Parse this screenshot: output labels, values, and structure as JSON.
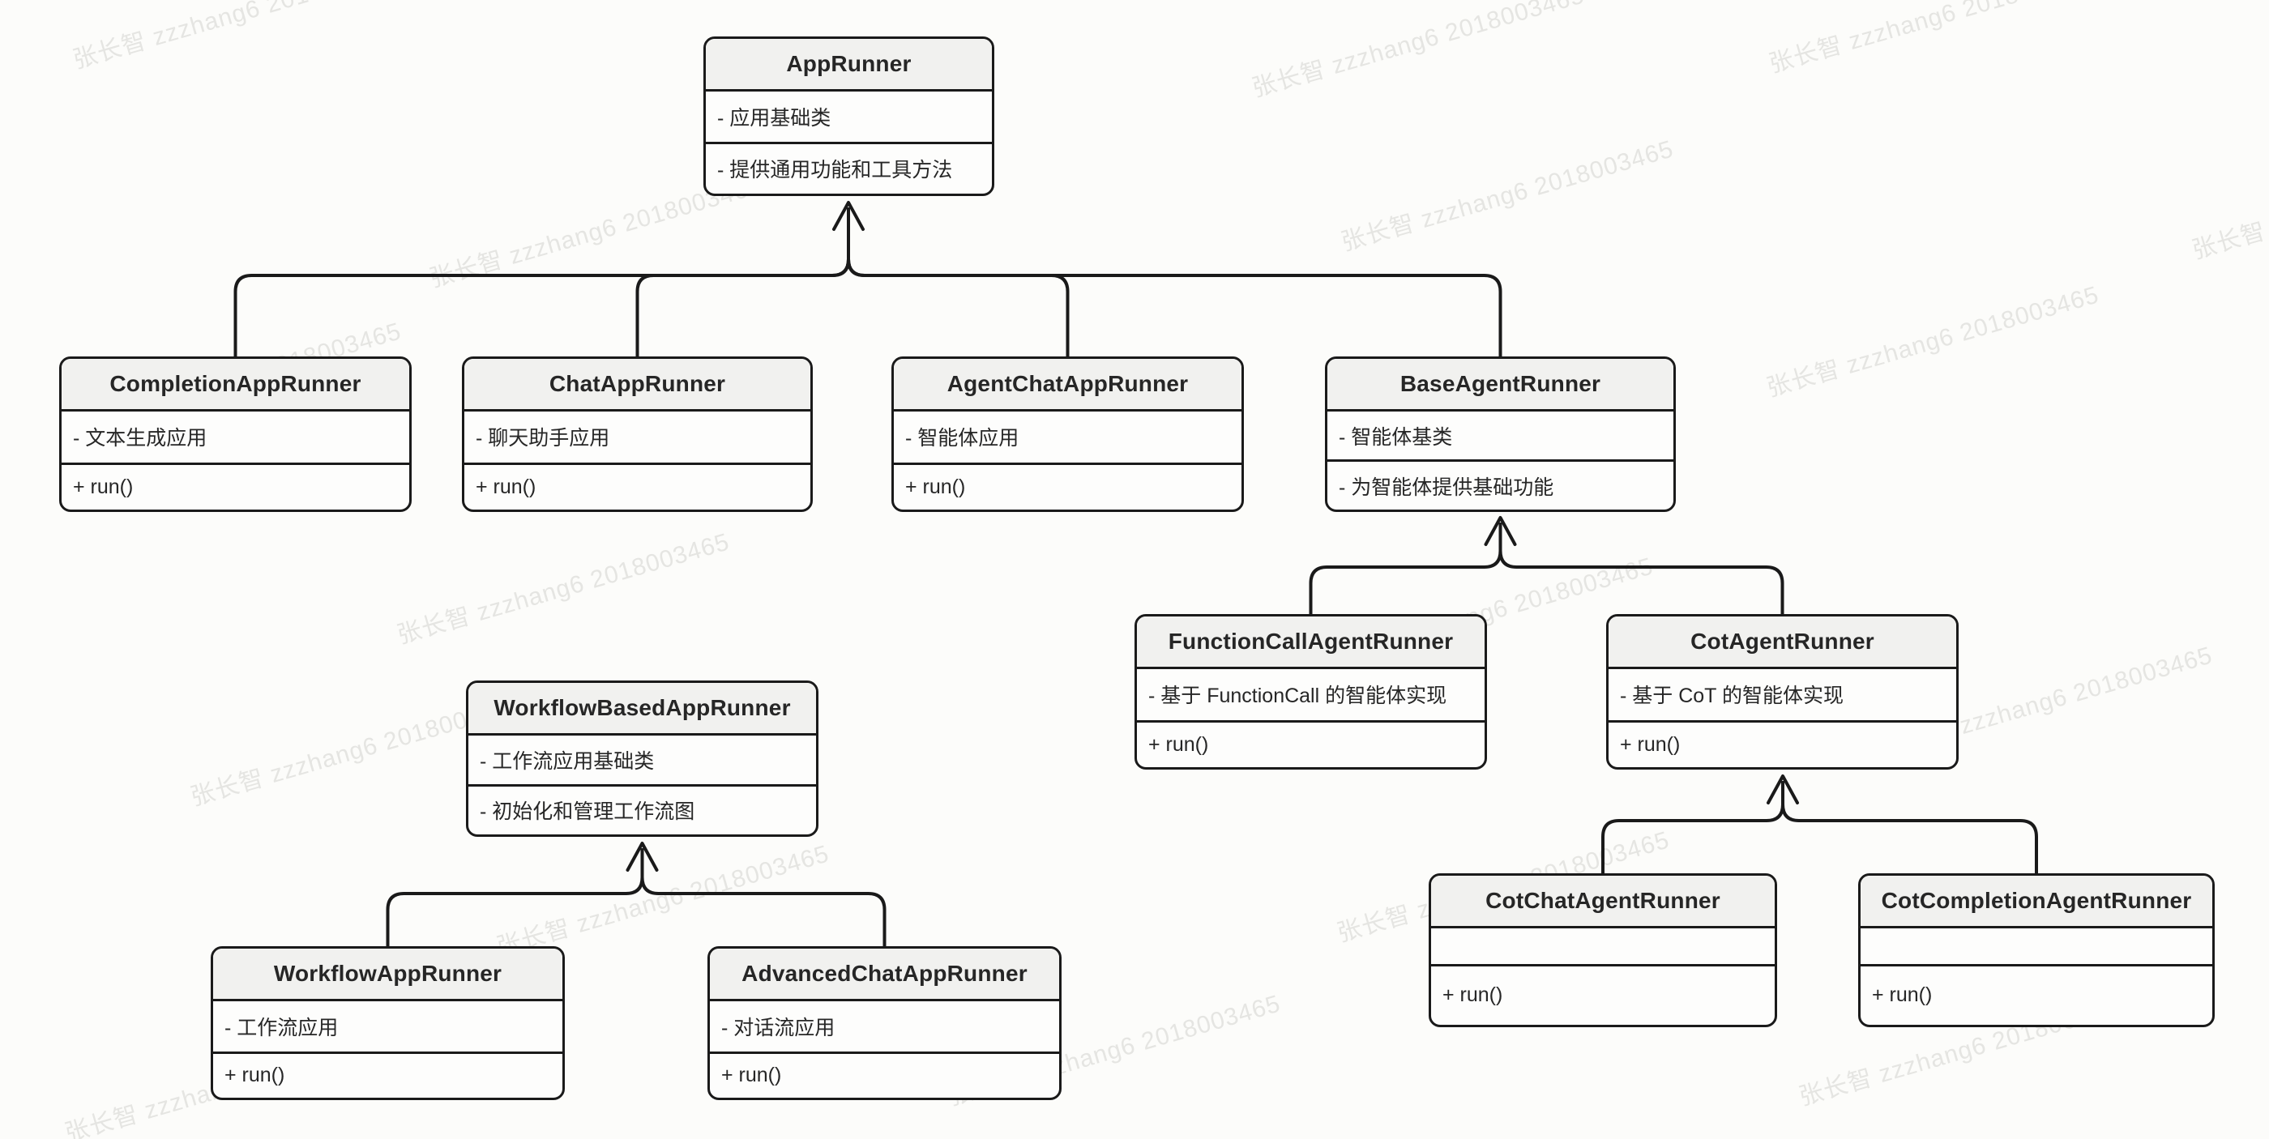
{
  "watermark": {
    "text": "张长智 zzzhang6 2018003465"
  },
  "classes": [
    {
      "name": "AppRunner",
      "rows": [
        "- 应用基础类",
        "- 提供通用功能和工具方法"
      ]
    },
    {
      "name": "CompletionAppRunner",
      "rows": [
        "- 文本生成应用",
        "+ run()"
      ]
    },
    {
      "name": "ChatAppRunner",
      "rows": [
        "- 聊天助手应用",
        "+ run()"
      ]
    },
    {
      "name": "AgentChatAppRunner",
      "rows": [
        "- 智能体应用",
        "+ run()"
      ]
    },
    {
      "name": "BaseAgentRunner",
      "rows": [
        "- 智能体基类",
        "- 为智能体提供基础功能"
      ]
    },
    {
      "name": "FunctionCallAgentRunner",
      "rows": [
        "- 基于 FunctionCall 的智能体实现",
        "+ run()"
      ]
    },
    {
      "name": "CotAgentRunner",
      "rows": [
        "- 基于 CoT 的智能体实现",
        "+ run()"
      ]
    },
    {
      "name": "WorkflowBasedAppRunner",
      "rows": [
        "- 工作流应用基础类",
        "- 初始化和管理工作流图"
      ]
    },
    {
      "name": "WorkflowAppRunner",
      "rows": [
        "- 工作流应用",
        "+ run()"
      ]
    },
    {
      "name": "AdvancedChatAppRunner",
      "rows": [
        "- 对话流应用",
        "+ run()"
      ]
    },
    {
      "name": "CotChatAgentRunner",
      "rows": [
        "",
        "+ run()"
      ]
    },
    {
      "name": "CotCompletionAgentRunner",
      "rows": [
        "",
        "+ run()"
      ]
    }
  ],
  "relations": [
    {
      "from": "CompletionAppRunner",
      "to": "AppRunner",
      "type": "inheritance"
    },
    {
      "from": "ChatAppRunner",
      "to": "AppRunner",
      "type": "inheritance"
    },
    {
      "from": "AgentChatAppRunner",
      "to": "AppRunner",
      "type": "inheritance"
    },
    {
      "from": "BaseAgentRunner",
      "to": "AppRunner",
      "type": "inheritance"
    },
    {
      "from": "FunctionCallAgentRunner",
      "to": "BaseAgentRunner",
      "type": "inheritance"
    },
    {
      "from": "CotAgentRunner",
      "to": "BaseAgentRunner",
      "type": "inheritance"
    },
    {
      "from": "CotChatAgentRunner",
      "to": "CotAgentRunner",
      "type": "inheritance"
    },
    {
      "from": "CotCompletionAgentRunner",
      "to": "CotAgentRunner",
      "type": "inheritance"
    },
    {
      "from": "WorkflowAppRunner",
      "to": "WorkflowBasedAppRunner",
      "type": "inheritance"
    },
    {
      "from": "AdvancedChatAppRunner",
      "to": "WorkflowBasedAppRunner",
      "type": "inheritance"
    }
  ],
  "colors": {
    "line": "#1a1a1a",
    "header_fill": "#f1f1ef",
    "box_fill": "#fdfdfc",
    "background": "#fcfcfa",
    "text": "#262626",
    "watermark": "#e5e5e2"
  }
}
